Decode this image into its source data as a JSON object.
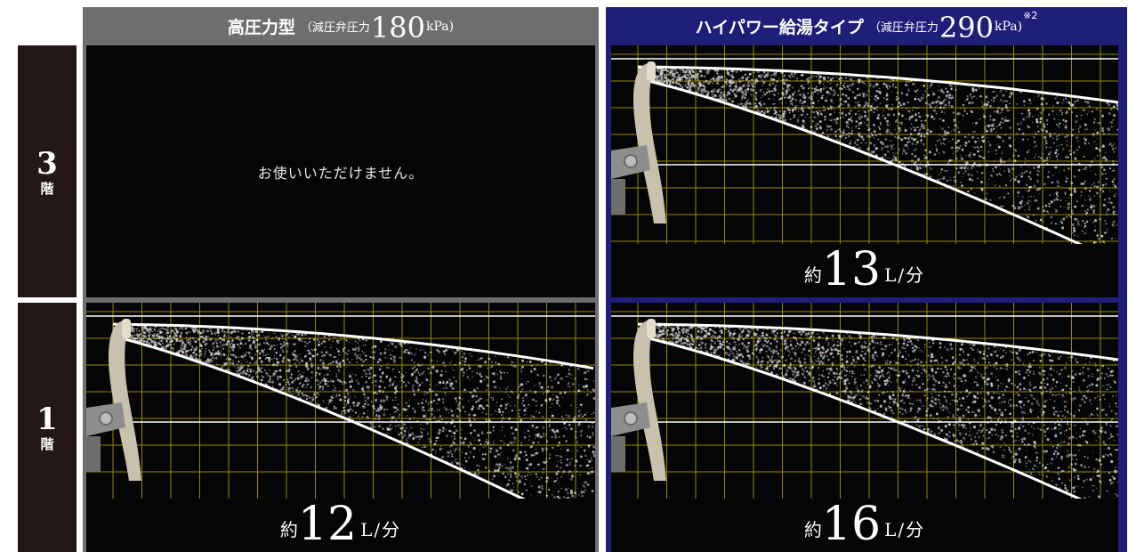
{
  "columns": {
    "left": {
      "title": "高圧力型",
      "paren_open": "（減圧弁圧力",
      "value": "180",
      "unit": "kPa)",
      "bg": "#6e6e6e"
    },
    "right": {
      "title": "ハイパワー給湯タイプ",
      "paren_open": "（減圧弁圧力",
      "value": "290",
      "unit": "kPa)",
      "note": "※2",
      "bg": "#1f1f7a"
    }
  },
  "floors": [
    {
      "num": "3",
      "kai": "階"
    },
    {
      "num": "1",
      "kai": "階"
    }
  ],
  "panels": {
    "left_3f": {
      "message": "お使いいただけません。"
    },
    "right_3f": {
      "prefix": "約",
      "value": "13",
      "unit": "L/分"
    },
    "left_1f": {
      "prefix": "約",
      "value": "12",
      "unit": "L/分"
    },
    "right_1f": {
      "prefix": "約",
      "value": "16",
      "unit": "L/分"
    }
  },
  "colors": {
    "floor_label_bg": "#231815",
    "grid": "#c8b400",
    "panel_bg": "#050505"
  }
}
